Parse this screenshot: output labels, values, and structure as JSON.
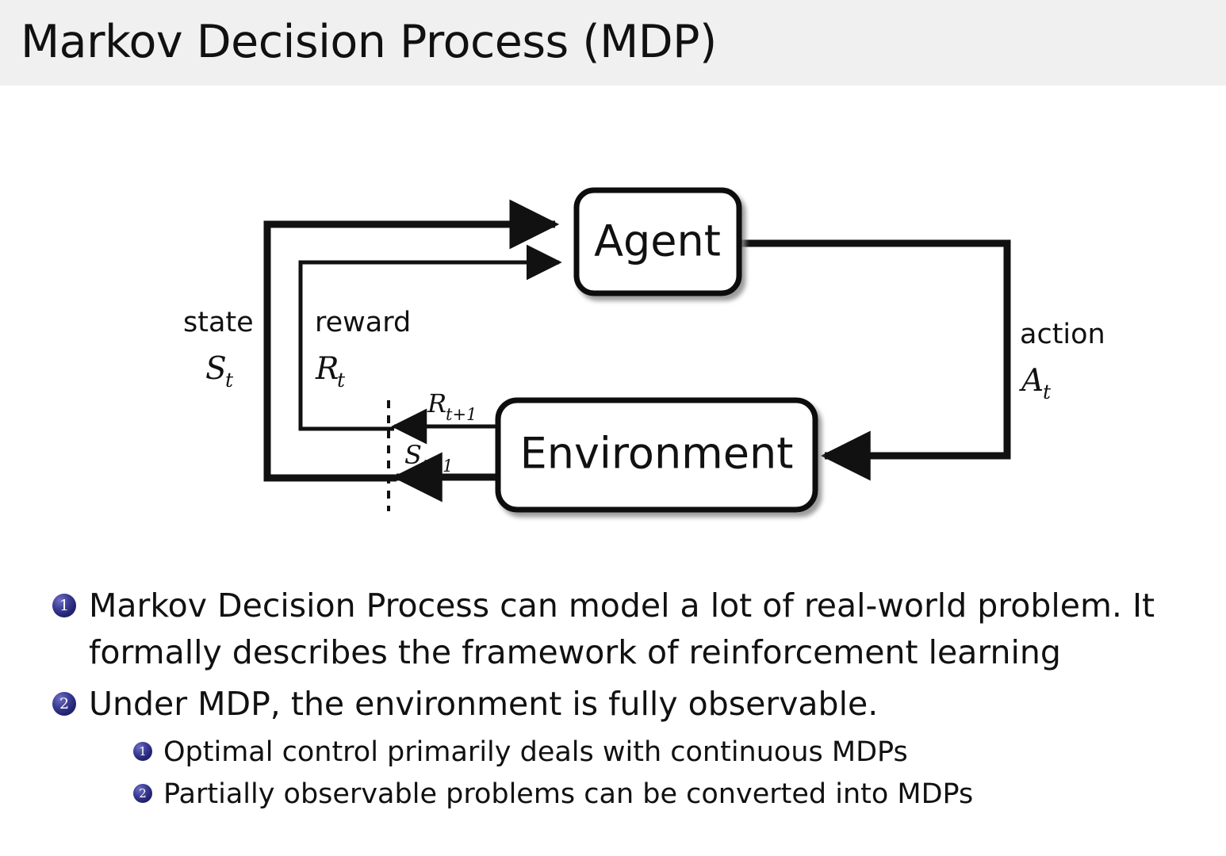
{
  "header": {
    "title": "Markov Decision Process (MDP)",
    "background_color": "#f0f0f0"
  },
  "diagram": {
    "name": "agent-environment-interaction-loop",
    "boxes": {
      "agent": "Agent",
      "environment": "Environment"
    },
    "labels": {
      "state_word": "state",
      "state_symbol": "S",
      "state_sub": "t",
      "reward_word": "reward",
      "reward_symbol": "R",
      "reward_sub": "t",
      "action_word": "action",
      "action_symbol": "A",
      "action_sub": "t",
      "reward_next_symbol": "R",
      "reward_next_sub": "t+1",
      "state_next_symbol": "S",
      "state_next_sub": "t+1"
    },
    "stroke_color": "#111111"
  },
  "bullets": {
    "marker_color": "#232372",
    "items": [
      {
        "number": "1",
        "lines": [
          "Markov Decision Process can model a lot of real-world problem. It",
          "formally describes the framework of reinforcement learning"
        ]
      },
      {
        "number": "2",
        "lines": [
          "Under MDP, the environment is fully observable."
        ],
        "children": [
          {
            "number": "1",
            "text": "Optimal control primarily deals with continuous MDPs"
          },
          {
            "number": "2",
            "text": "Partially observable problems can be converted into MDPs"
          }
        ]
      }
    ]
  }
}
